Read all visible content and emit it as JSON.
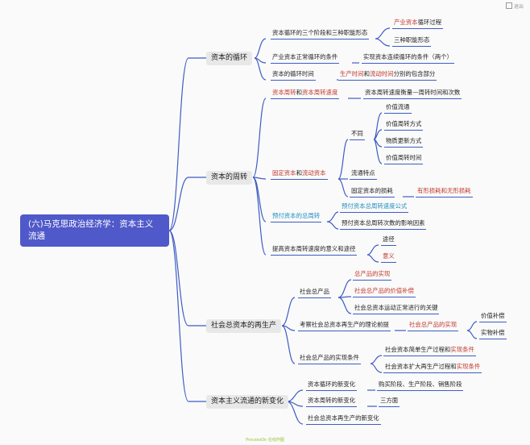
{
  "root": "(六)马克思政治经济学：资本主义流通",
  "corner_label": "退出",
  "footer": "ProcessOn 在线作图",
  "colors": {
    "line": "#3f5cc4",
    "root": "#4f59c9",
    "red": "#c0392b",
    "teal": "#1f8fbf"
  },
  "branches": {
    "b1": "资本的循环",
    "b2": "资本的周转",
    "b3": "社会总资本的再生产",
    "b4": "资本主义流通的新变化"
  },
  "nodes": {
    "c1": "资本循环的三个阶段和三种职能形态",
    "c1a_red": "产业资本",
    "c1a": "循环过程",
    "c1b": "三种职能形态",
    "c2": "产业资本正常循环的条件",
    "c2a": "实现资本连续循环的条件（两个）",
    "c3": "资本的循环时间",
    "c3a_red1": "生产时间",
    "c3a_mid": "和",
    "c3a_red2": "流动时间",
    "c3a_tail": "分别的包含部分",
    "d1_red1": "资本周转",
    "d1_mid": "和",
    "d1_red2": "资本周转速度",
    "d1a": "资本周转速度衡量—周转时间和次数",
    "d2_red1": "固定资本",
    "d2_mid": "和",
    "d2_red2": "流动资本",
    "d2a": "不同",
    "d2a1": "价值流通",
    "d2a2": "价值周转方式",
    "d2a3": "物质更新方式",
    "d2a4": "价值周转时间",
    "d2b": "流通特点",
    "d2c": "固定资本的损耗",
    "d2c1_red": "有形损耗和无形损耗",
    "d3_teal": "预付资本的总周转",
    "d3a_teal": "预付资本总周转速度公式",
    "d3b": "预付资本总周转次数的影响因素",
    "d4": "提高资本周转速度的意义和途径",
    "d4a": "途径",
    "d4b_red": "意义",
    "e1": "社会总产品",
    "e1a_red": "总产品的实现",
    "e1b_red": "社会总产品的价值补偿",
    "e1c": "社会总资本运动正常进行的关键",
    "e2": "考察社会总资本再生产的理论前提",
    "e2a_red": "社会总产品的实现",
    "e2a1": "价值补偿",
    "e2a2": "实物补偿",
    "e3": "社会总产品的实现条件",
    "e3a": "社会资本简单生产过程和",
    "e3a_red": "实现条件",
    "e3b": "社会资本扩大再生产过程和",
    "e3b_red": "实现条件",
    "f1": "资本循环的新变化",
    "f1a": "购买阶段、生产阶段、销售阶段",
    "f2": "资本周转的新变化",
    "f2a": "三方面",
    "f3": "社会总资本再生产的新变化"
  }
}
